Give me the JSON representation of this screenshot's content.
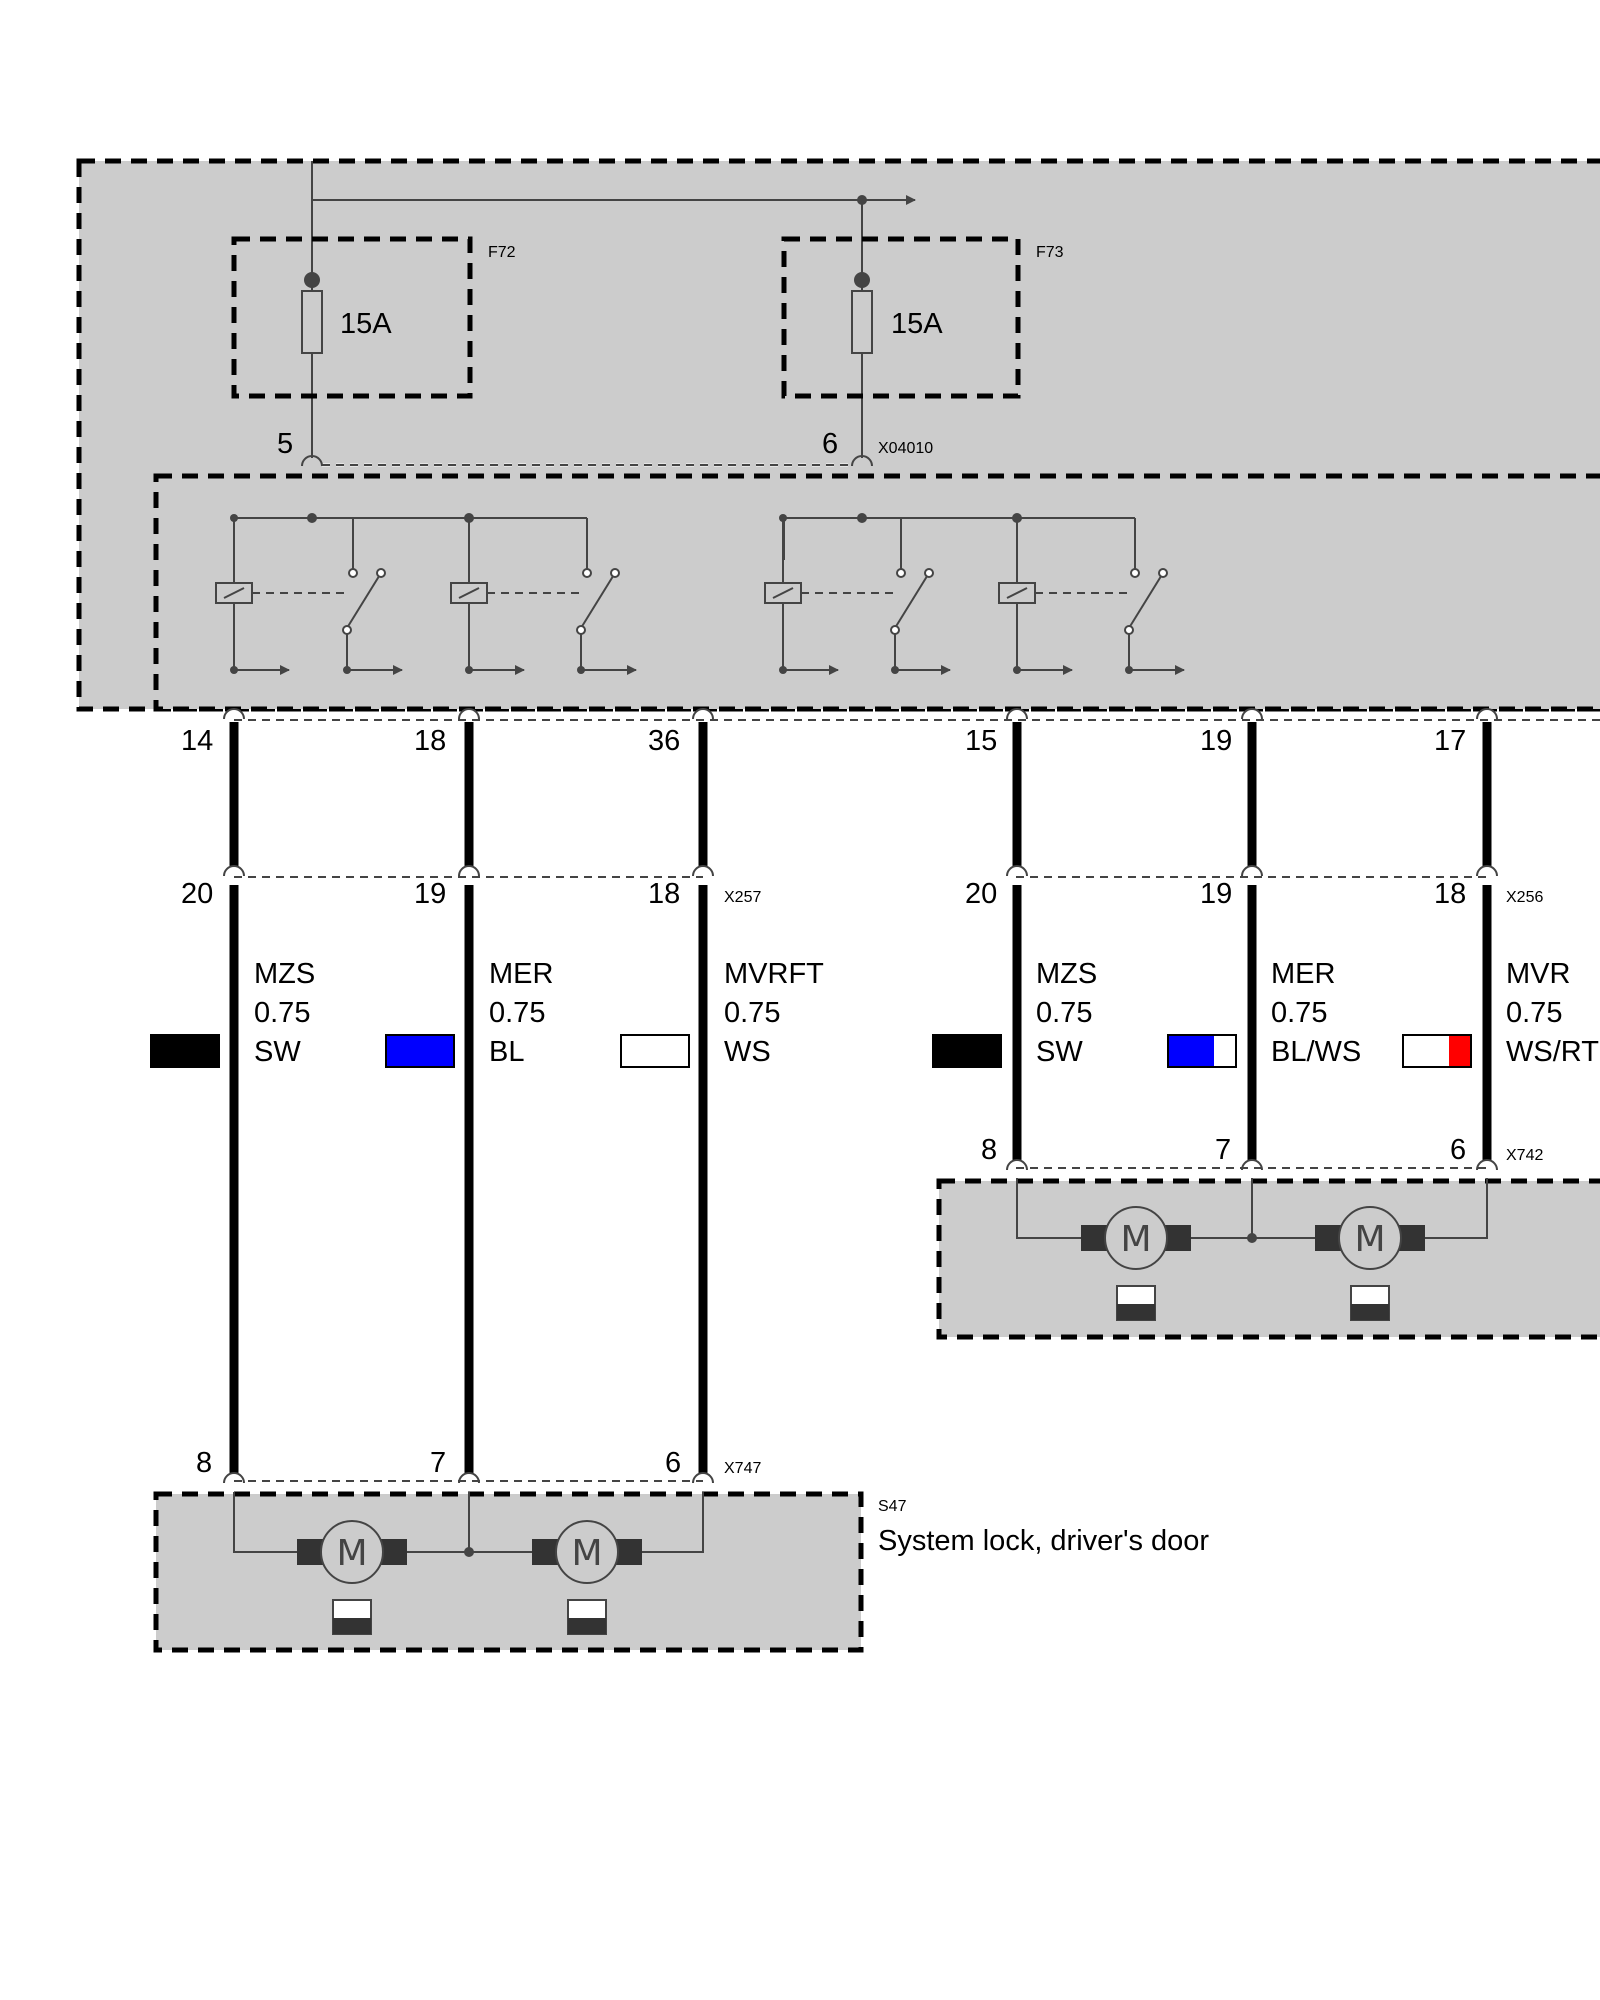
{
  "fuses": [
    {
      "id": "F72",
      "rating": "15A"
    },
    {
      "id": "F73",
      "rating": "15A"
    }
  ],
  "connectors": {
    "fuse_block": {
      "id": "X04010",
      "pins": [
        "5",
        "6"
      ]
    },
    "relay_out_pins": [
      "14",
      "18",
      "36",
      "15",
      "19",
      "17"
    ],
    "x257": {
      "id": "X257",
      "pins": [
        "20",
        "19",
        "18"
      ]
    },
    "x256": {
      "id": "X256",
      "pins": [
        "20",
        "19",
        "18"
      ]
    },
    "x742": {
      "id": "X742",
      "pins": [
        "8",
        "7",
        "6"
      ]
    },
    "x747": {
      "id": "X747",
      "pins": [
        "8",
        "7",
        "6"
      ]
    }
  },
  "wires": [
    {
      "signal": "MZS",
      "size": "0.75",
      "color_code": "SW",
      "colors": [
        "#000000"
      ]
    },
    {
      "signal": "MER",
      "size": "0.75",
      "color_code": "BL",
      "colors": [
        "#0000ff"
      ]
    },
    {
      "signal": "MVRFT",
      "size": "0.75",
      "color_code": "WS",
      "colors": [
        "#ffffff"
      ]
    },
    {
      "signal": "MZS",
      "size": "0.75",
      "color_code": "SW",
      "colors": [
        "#000000"
      ]
    },
    {
      "signal": "MER",
      "size": "0.75",
      "color_code": "BL/WS",
      "colors": [
        "#0000ff",
        "#ffffff"
      ]
    },
    {
      "signal": "MVR",
      "size": "0.75",
      "color_code": "WS/RT",
      "colors": [
        "#ffffff",
        "#ff0000"
      ]
    }
  ],
  "components": {
    "s47": {
      "id": "S47",
      "name": "System lock, driver's door"
    },
    "motor_symbol": "M"
  },
  "colors": {
    "module_fill": "#cccccc",
    "line": "#444444",
    "wire": "#000000"
  }
}
